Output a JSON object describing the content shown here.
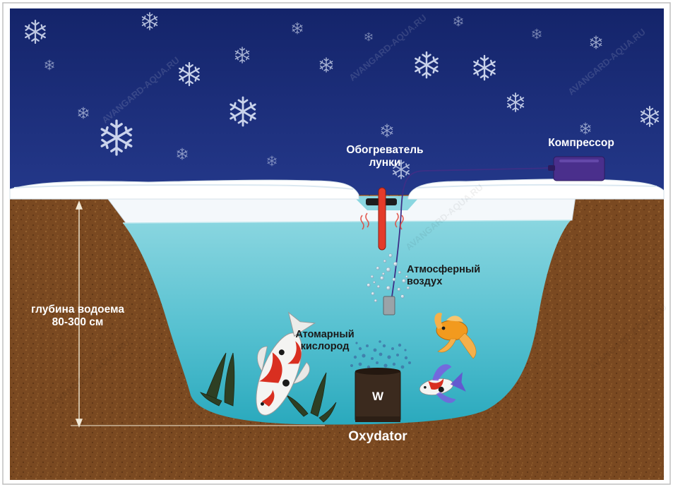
{
  "labels": {
    "heater_line1": "Обогреватель",
    "heater_line2": "лунки",
    "compressor": "Компрессор",
    "depth_line1": "глубина водоема",
    "depth_line2": "80-300 см",
    "air_line1": "Атмосферный",
    "air_line2": "воздух",
    "oxygen_line1": "Атомарный",
    "oxygen_line2": "кислород",
    "oxydator_w": "W",
    "oxydator": "Oxydator"
  },
  "watermark": "AVANGARD-AQUA.RU",
  "colors": {
    "sky": "#1c2e7a",
    "water": "#5fc4d4",
    "soil": "#7b4a22",
    "ice": "#ffffff",
    "heater": "#e43b2a",
    "compressor": "#4a2f8c",
    "oxydator": "#3b2a1e"
  },
  "icons": {
    "snowflake": "snowflake-icon",
    "goldfish": "goldfish-icon",
    "koi": "koi-icon",
    "small_fish": "small-fish-icon"
  }
}
